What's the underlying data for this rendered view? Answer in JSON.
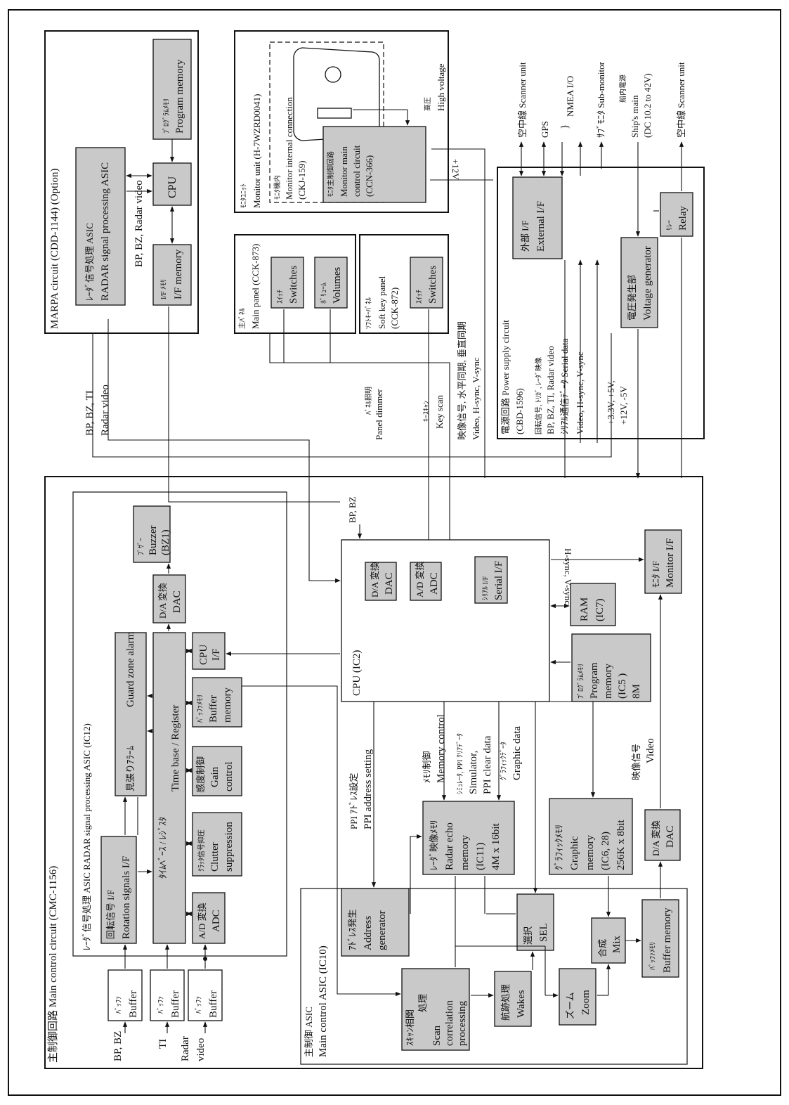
{
  "main_control_circuit": {
    "title": "主制御回路 Main control circuit (CMC-1156)",
    "radar_asic": {
      "title": "ﾚｰﾀﾞ信号処理 ASIC   RADAR signal processing ASIC (IC12)",
      "rotation": {
        "jp": "回転信号 I/F",
        "en": "Rotation signals I/F"
      },
      "guard": {
        "jp": "見張りｱﾗｰﾑ",
        "en": "Guard zone alarm"
      },
      "timebase": {
        "jp": "ﾀｲﾑﾍﾞｰｽ / ﾚｼﾞｽﾀ",
        "en": "Time base / Register"
      },
      "adc": {
        "jp": "A/D 変換",
        "en": "ADC"
      },
      "clutter": {
        "jp": "ｸﾗｯﾀ信号抑圧",
        "en1": "Clutter",
        "en2": "suppression"
      },
      "gain": {
        "jp": "感度制御",
        "en1": "Gain",
        "en2": "control"
      },
      "buffer_mem": {
        "jp": "ﾊﾞｯﾌｧﾒﾓﾘ",
        "en1": "Buffer",
        "en2": "memory"
      },
      "cpu_if": {
        "en1": "CPU",
        "en2": "I/F"
      },
      "dac": {
        "jp": "D/A 変換",
        "en": "DAC"
      }
    },
    "buzzer": {
      "jp": "ﾌﾞｻﾞｰ",
      "en1": "Buzzer",
      "en2": "(BZ1)"
    },
    "buffers": [
      {
        "jp": "ﾊﾞｯﾌｧ",
        "en": "Buffer",
        "input": "BP, BZ"
      },
      {
        "jp": "ﾊﾞｯﾌｧ",
        "en": "Buffer",
        "input": "TI"
      },
      {
        "jp": "ﾊﾞｯﾌｧ",
        "en": "Buffer",
        "input1": "Radar",
        "input2": "video"
      }
    ],
    "cpu": {
      "title": "CPU (IC2)",
      "dac": {
        "jp": "D/A 変換",
        "en": "DAC"
      },
      "adc": {
        "jp": "A/D 変換",
        "en": "ADC"
      },
      "serial": {
        "jp": "ｼﾘｱﾙ I/F",
        "en": "Serial I/F"
      },
      "bp_bz": "BP, BZ",
      "hsync": "H-sync, V-sync"
    },
    "monitor_if": {
      "jp": "ﾓﾆﾀ I/F",
      "en": "Monitor I/F"
    },
    "ram": {
      "en1": "RAM",
      "en2": "(IC7)"
    },
    "program_memory": {
      "jp": "ﾌﾟﾛｸﾞﾗﾑﾒﾓﾘ",
      "l1": "Program",
      "l2": "memory",
      "l3": "(IC5 )",
      "l4": "8M"
    },
    "signals": {
      "ppi_addr_jp": "PPI ｱﾄﾞﾚｽ設定",
      "ppi_addr_en": "PPI address setting",
      "memctl_jp": "ﾒﾓﾘ制御",
      "memctl_en": "Memory control",
      "sim_jp": "ｼﾐｭﾚｰﾀ, PPI ｸﾘｱﾃﾞｰﾀ",
      "sim_en1": "Simulator,",
      "sim_en2": "PPI clear data",
      "graphic_jp": "ｸﾞﾗﾌｨｯｸﾃﾞｰﾀ",
      "graphic_en": "Graphic data",
      "video_jp": "映像信号",
      "video_en": "Video"
    },
    "radar_echo_memory": {
      "jp": "ﾚｰﾀﾞ映像ﾒﾓﾘ",
      "l1": "Radar    echo",
      "l2": "memory",
      "l3": "(IC11)",
      "l4": "4M x 16bit"
    },
    "graphic_memory": {
      "jp": "ｸﾞﾗﾌｨｯｸﾒﾓﾘ",
      "l1": "Graphic",
      "l2": "memory",
      "l3": "(IC6, 28)",
      "l4": "256K x 8bit"
    },
    "video_dac": {
      "jp": "D/A 変換",
      "en": "DAC"
    },
    "main_asic": {
      "title_jp": "主制御 ASIC",
      "title_en": "Main control ASIC (IC10)",
      "address_gen": {
        "jp": "ｱﾄﾞﾚｽ発生",
        "en1": "Address",
        "en2": "generator"
      },
      "sel": {
        "jp": "選択",
        "en": "SEL"
      },
      "scan": {
        "jp1": "ｽｷｬﾝ相関",
        "jp2": "処理",
        "en1": "Scan",
        "en2": "correlation",
        "en3": "processing"
      },
      "wakes": {
        "jp": "航跡処理",
        "en": "Wakes"
      },
      "zoom": {
        "jp": "ズーム",
        "en": "Zoom"
      },
      "mix": {
        "jp": "合成",
        "en": "Mix"
      },
      "buffer": {
        "jp": "ﾊﾞｯﾌｧﾒﾓﾘ",
        "en": "Buffer memory"
      }
    }
  },
  "marpa": {
    "title": "MARPA circuit (CDD-1144)     (Option)",
    "asic": {
      "jp": "ﾚｰﾀﾞ信号処理 ASIC",
      "en": "RADAR signal processing ASIC"
    },
    "program": {
      "jp": "ﾌﾟﾛｸﾞﾗﾑﾒﾓﾘ",
      "en": "Program memory"
    },
    "cpu": "CPU",
    "ifmem": {
      "jp": "I/F ﾒﾓﾘ",
      "en": "I/F memory"
    },
    "bp_radar": "BP, BZ, Radar video"
  },
  "links": {
    "bp_bz_ti": "BP, BZ, TI",
    "radar_video": "Radar video"
  },
  "main_panel": {
    "title_jp": "主ﾊﾟﾈﾙ",
    "title_en": "Main panel (CCK-873)",
    "switches": {
      "jp": "ｽｲｯﾁ",
      "en": "Switches"
    },
    "volumes": {
      "jp": "ﾎﾞﾘｭｰﾑ",
      "en": "Volumes"
    }
  },
  "soft_key": {
    "title_jp": "ｿﾌﾄｷｰﾊﾟﾈﾙ",
    "title_en1": "Soft key panel",
    "title_en2": "(CCK-872)",
    "switches": {
      "jp": "ｽｲｯﾁ",
      "en": "Switches"
    }
  },
  "panel_signals": {
    "dimmer_jp": "ﾊﾟﾈﾙ照明",
    "dimmer_en": "Panel dimmer",
    "keyscan_jp": "ｷｰｽｷｬﾝ",
    "keyscan_en": "Key scan",
    "video_jp": "映像信号, 水平同期, 垂直同期",
    "video_en": "Video, H-sync, V-sync"
  },
  "monitor_unit": {
    "title_jp": "ﾓﾆﾀﾕﾆｯﾄ",
    "title_en": "Monitor unit (H-7WZRD0041)",
    "internal_jp": "ﾓﾆﾀ機内",
    "internal_en": "Monitor internal connection",
    "internal_code": "(CKJ-159)",
    "ctrl": {
      "jp": "ﾓﾆﾀ主制御回路",
      "l1": "Monitor   main",
      "l2": "control circuit",
      "l3": "(CCN-366)"
    },
    "hv_jp": "高圧",
    "hv_en": "High voltage",
    "plus12": "+12V"
  },
  "power": {
    "title": "電源回路 Power supply circuit",
    "code": "(CBD-1596)",
    "l_rot_jp": "回転信号, ﾄﾘｶﾞ, ﾚｰﾀﾞ映像",
    "l_rot_en": "BP, BZ, TI, Radar video",
    "l_serial": "ｼﾘｱﾙ通信ﾃﾞｰﾀ Serial data",
    "l_video": "Video, H-sync, V-sync",
    "v1": "+3.3V,  +5V,",
    "v2": "+12V, -5V",
    "ext": {
      "jp": "外部 I/F",
      "en": "External I/F"
    },
    "volt": {
      "jp": "電圧発生部",
      "en": "Voltage generator"
    },
    "relay": {
      "jp": "ﾘﾚｰ",
      "en": "Relay"
    }
  },
  "external": {
    "scanner1": "空中線 Scanner unit",
    "gps": "GPS",
    "nmea": "NMEA I/O",
    "submon": "ｻﾌﾞﾓﾆﾀ Sub-monitor",
    "ship_jp": "船内電源",
    "ship_en1": "Ship's main",
    "ship_en2": "(DC 10.2 to 42V)",
    "scanner2": "空中線 Scanner unit"
  }
}
